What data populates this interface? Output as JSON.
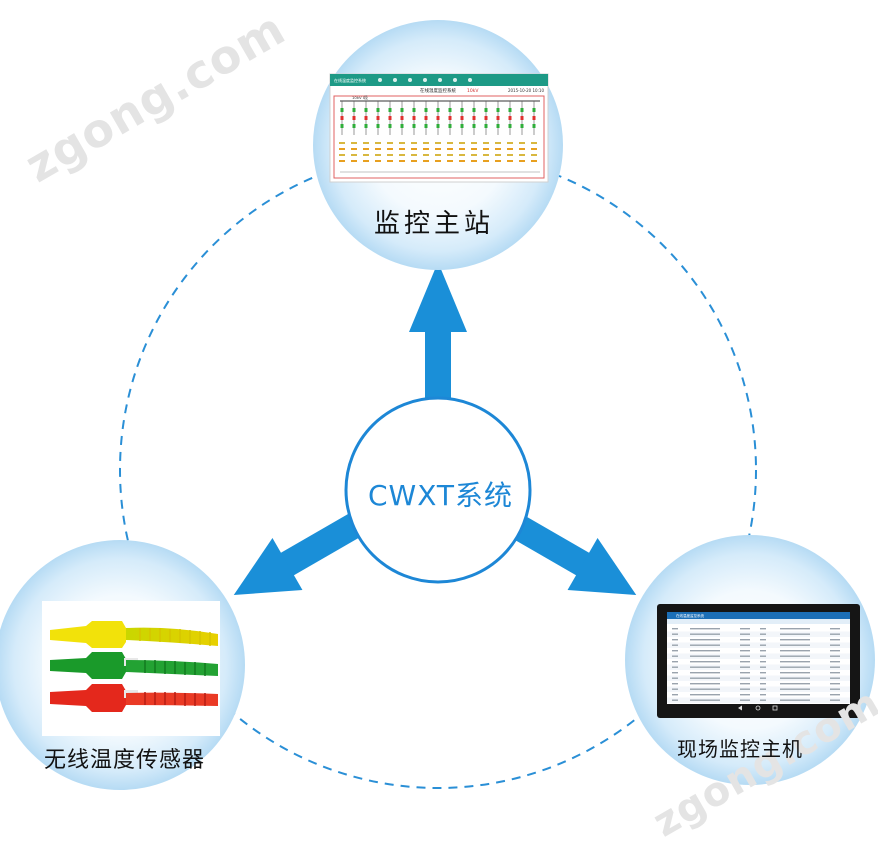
{
  "center": {
    "label": "CWXT系统"
  },
  "nodes": {
    "master_station": {
      "label": "监控主站"
    },
    "sensors": {
      "label": "无线温度传感器"
    },
    "field_host": {
      "label": "现场监控主机"
    }
  },
  "watermark": {
    "text": "zgong.com"
  },
  "colors": {
    "arrow": "#1a8fd8",
    "dashed_ring": "#2a8fd6",
    "node_glow": "#bfe0f6",
    "center_border": "#1d87d6"
  },
  "screens": {
    "master_station": {
      "title": "在线温度监控系统",
      "app_name": "在线温度监控系统",
      "timestamp": "2015-10-20 10:10",
      "tag": "10kV",
      "bus_label": "10kV I段"
    },
    "field_host": {
      "title": "在线温度监控系统"
    }
  }
}
